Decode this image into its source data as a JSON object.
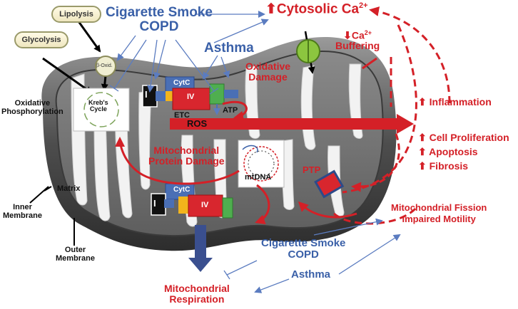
{
  "labels": {
    "lipolysis": "Lipolysis",
    "glycolysis": "Glycolysis",
    "beta_ox": "β-Oxid.",
    "smoke_copd_top": "Cigarette Smoke\nCOPD",
    "asthma_top": "Asthma",
    "cytosolic_ca": "Cytosolic Ca",
    "cytosolic_ca_sup": "2+",
    "ca_buffering": "Ca",
    "ca_buffering_sup": "2+",
    "buffering": "Buffering",
    "oxidative_damage": "Oxidative\nDamage",
    "oxidative_phosphorylation": "Oxidative\nPhosphorylation",
    "krebs_cycle": "Kreb's\nCycle",
    "complex_one": "I",
    "cytc": "CytC",
    "complex_four": "IV",
    "etc": "ETC",
    "atp": "ATP",
    "ros": "ROS",
    "inflammation": "Inflammation",
    "cell_proliferation": "Cell Proliferation",
    "apoptosis": "Apoptosis",
    "fibrosis": "Fibrosis",
    "protein_damage": "Mitochondrial\nProtein Damage",
    "mtdna": "mtDNA",
    "ptp": "PTP",
    "matrix": "Matrix",
    "inner_membrane": "Inner\nMembrane",
    "outer_membrane": "Outer\nMembrane",
    "fission": "Mitochondrial Fission\nImpaired Motility",
    "smoke_copd_bottom": "Cigarette Smoke\nCOPD",
    "asthma_bottom": "Asthma",
    "respiration": "Mitochondrial\nRespiration",
    "up_arrow": "⬆",
    "down_arrow": "⬇"
  },
  "colors": {
    "red": "#d42027",
    "blue": "#3a60a8",
    "cytc": "#4a6fb5",
    "complex_iv": "#d8262e",
    "atp_green": "#4fae4f",
    "yellow": "#f2b41c",
    "membrane": "#6d6d6d"
  }
}
